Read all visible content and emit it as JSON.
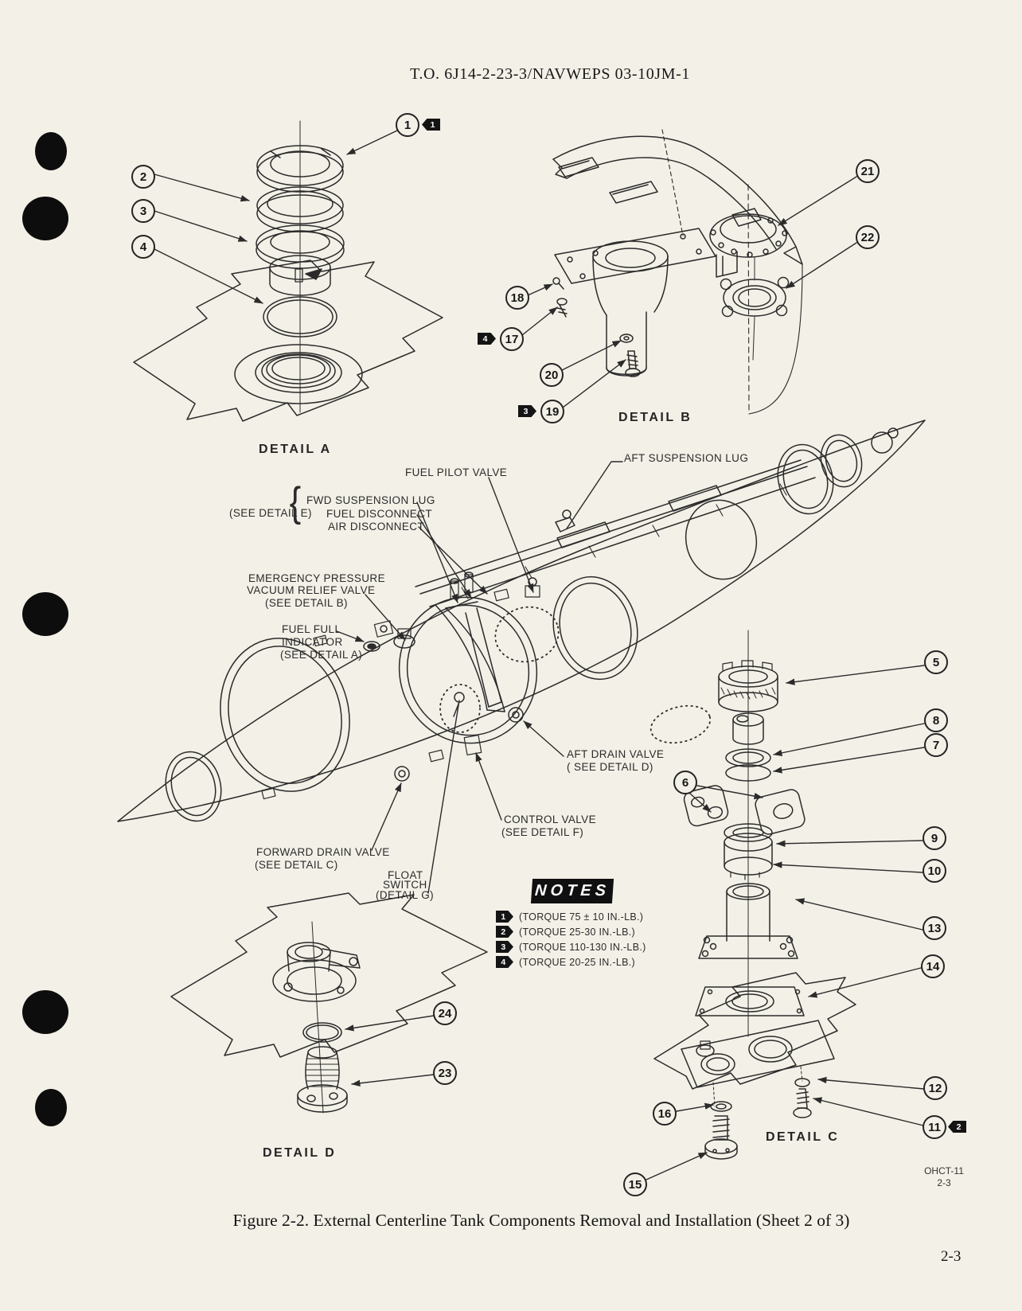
{
  "header": {
    "title": "T.O. 6J14-2-23-3/NAVWEPS 03-10JM-1"
  },
  "details": {
    "a": "DETAIL A",
    "b": "DETAIL B",
    "c": "DETAIL C",
    "d": "DETAIL D"
  },
  "labels": {
    "fuel_pilot_valve": "FUEL PILOT VALVE",
    "aft_suspension_lug": "AFT SUSPENSION LUG",
    "see_detail_e": "(SEE DETAIL E)",
    "brace": "{",
    "fwd_suspension_lug": "FWD SUSPENSION LUG",
    "fuel_disconnect": "FUEL DISCONNECT",
    "air_disconnect": "AIR  DISCONNECT",
    "emergency_pressure_1": "EMERGENCY PRESSURE",
    "emergency_pressure_2": "VACUUM RELIEF VALVE",
    "emergency_pressure_3": "(SEE DETAIL B)",
    "fuel_full_1": "FUEL FULL",
    "fuel_full_2": "INDICATOR",
    "fuel_full_3": "(SEE DETAIL A)",
    "aft_drain_1": "AFT DRAIN VALVE",
    "aft_drain_2": "( SEE DETAIL D)",
    "control_1": "CONTROL VALVE",
    "control_2": "(SEE DETAIL F)",
    "forward_drain_1": "FORWARD DRAIN VALVE",
    "forward_drain_2": "(SEE DETAIL C)",
    "float_1": "FLOAT",
    "float_2": "SWITCH",
    "float_3": "(DETAIL G)"
  },
  "notes": {
    "title": "NOTES",
    "items": [
      {
        "tag": "1",
        "text": "(TORQUE 75 ± 10 IN.-LB.)"
      },
      {
        "tag": "2",
        "text": "(TORQUE 25-30 IN.-LB.)"
      },
      {
        "tag": "3",
        "text": "(TORQUE 110-130 IN.-LB.)"
      },
      {
        "tag": "4",
        "text": "(TORQUE 20-25 IN.-LB.)"
      }
    ]
  },
  "callouts": {
    "c1": "1",
    "c2": "2",
    "c3": "3",
    "c4": "4",
    "c5": "5",
    "c6": "6",
    "c7": "7",
    "c8": "8",
    "c9": "9",
    "c10": "10",
    "c11": "11",
    "c12": "12",
    "c13": "13",
    "c14": "14",
    "c15": "15",
    "c16": "16",
    "c17": "17",
    "c18": "18",
    "c19": "19",
    "c20": "20",
    "c21": "21",
    "c22": "22",
    "c23": "23",
    "c24": "24"
  },
  "note_tags": {
    "t1": "1",
    "t2": "2",
    "t3": "3",
    "t4": "4"
  },
  "footer": {
    "plate_line1": "OHCT-11",
    "plate_line2": "2-3",
    "caption": "Figure 2-2.  External Centerline Tank Components  Removal and Installation (Sheet 2 of 3)",
    "page_number": "2-3"
  }
}
